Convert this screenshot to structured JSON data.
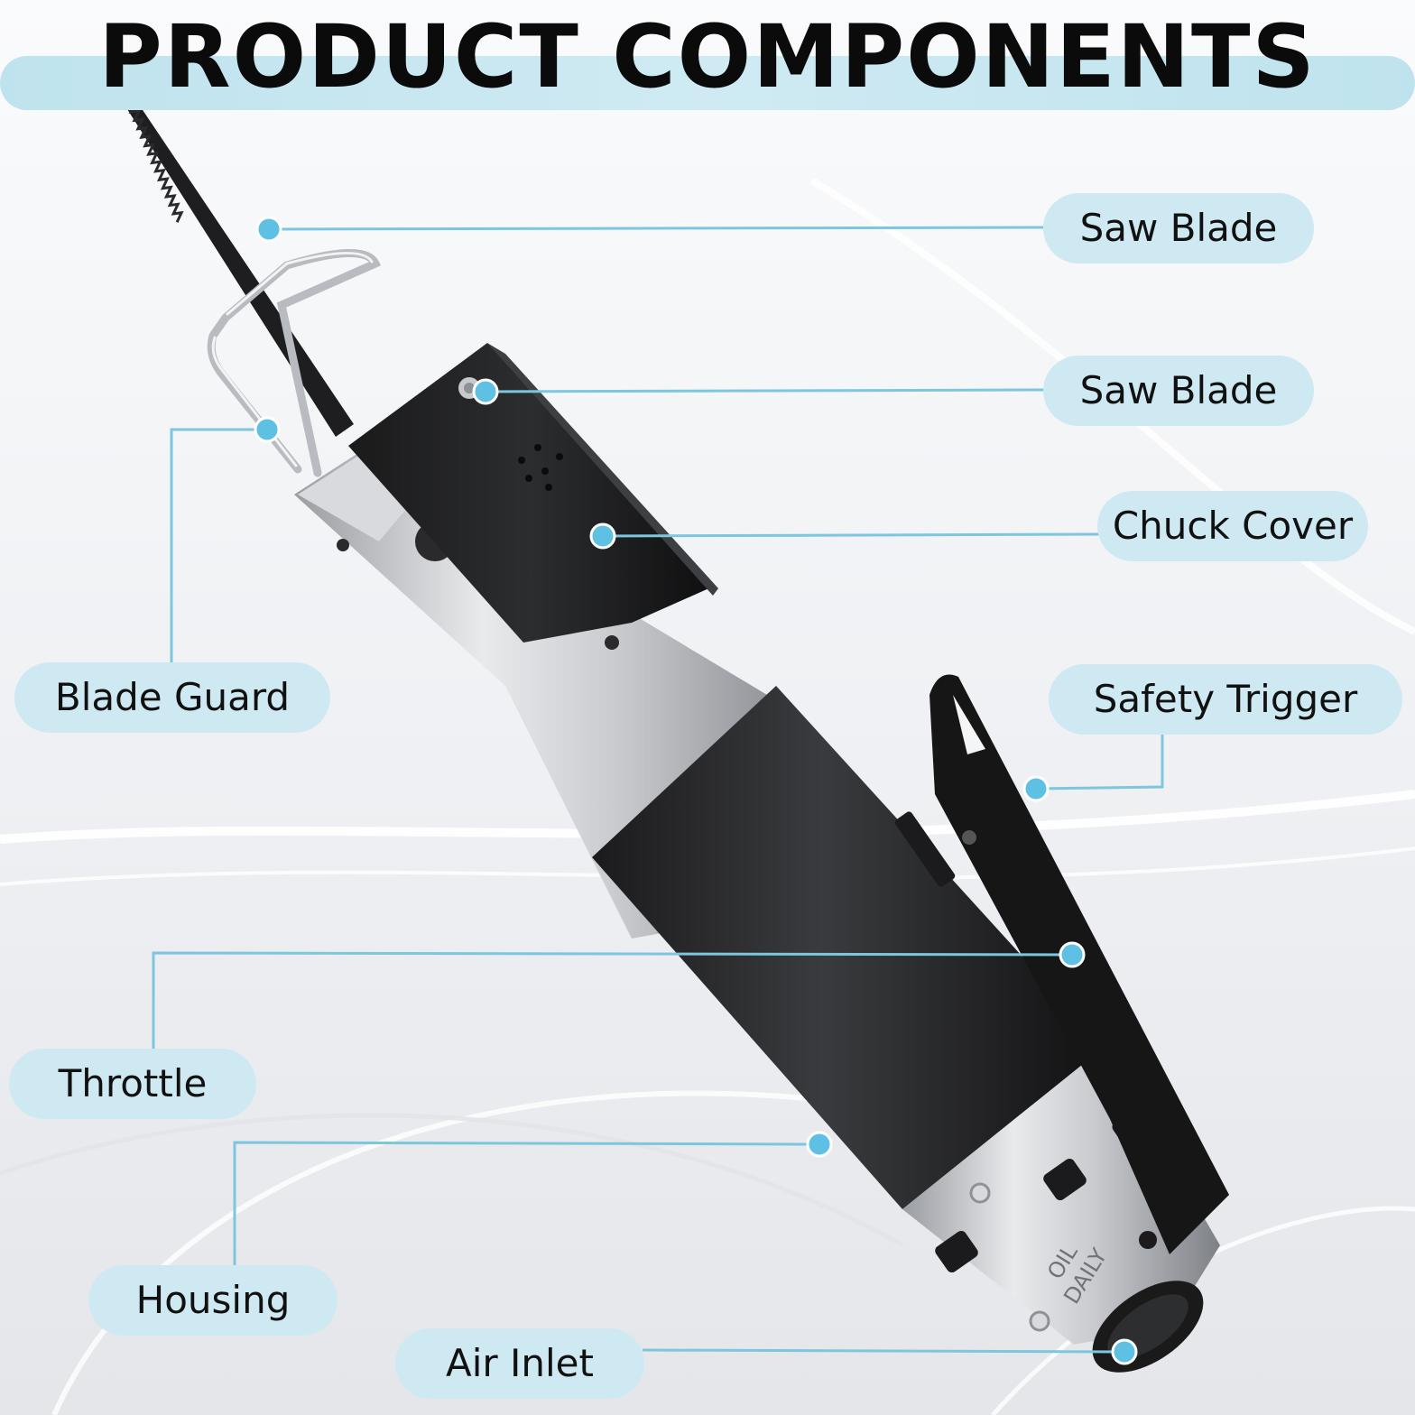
{
  "title": "PRODUCT COMPONENTS",
  "colors": {
    "accent": "#5ec1e4",
    "leader_line": "#7cc7de",
    "pill_background": "#cfe9f2",
    "title_band": "#c4e5ef",
    "title_text": "#0b0b0b"
  },
  "components": [
    {
      "label": "Saw Blade"
    },
    {
      "label": "Saw Blade"
    },
    {
      "label": "Chuck Cover"
    },
    {
      "label": "Blade Guard"
    },
    {
      "label": "Safety Trigger"
    },
    {
      "label": "Throttle"
    },
    {
      "label": "Housing"
    },
    {
      "label": "Air Inlet"
    }
  ],
  "tool_markings": {
    "line1": "OIL",
    "line2": "DAILY"
  }
}
